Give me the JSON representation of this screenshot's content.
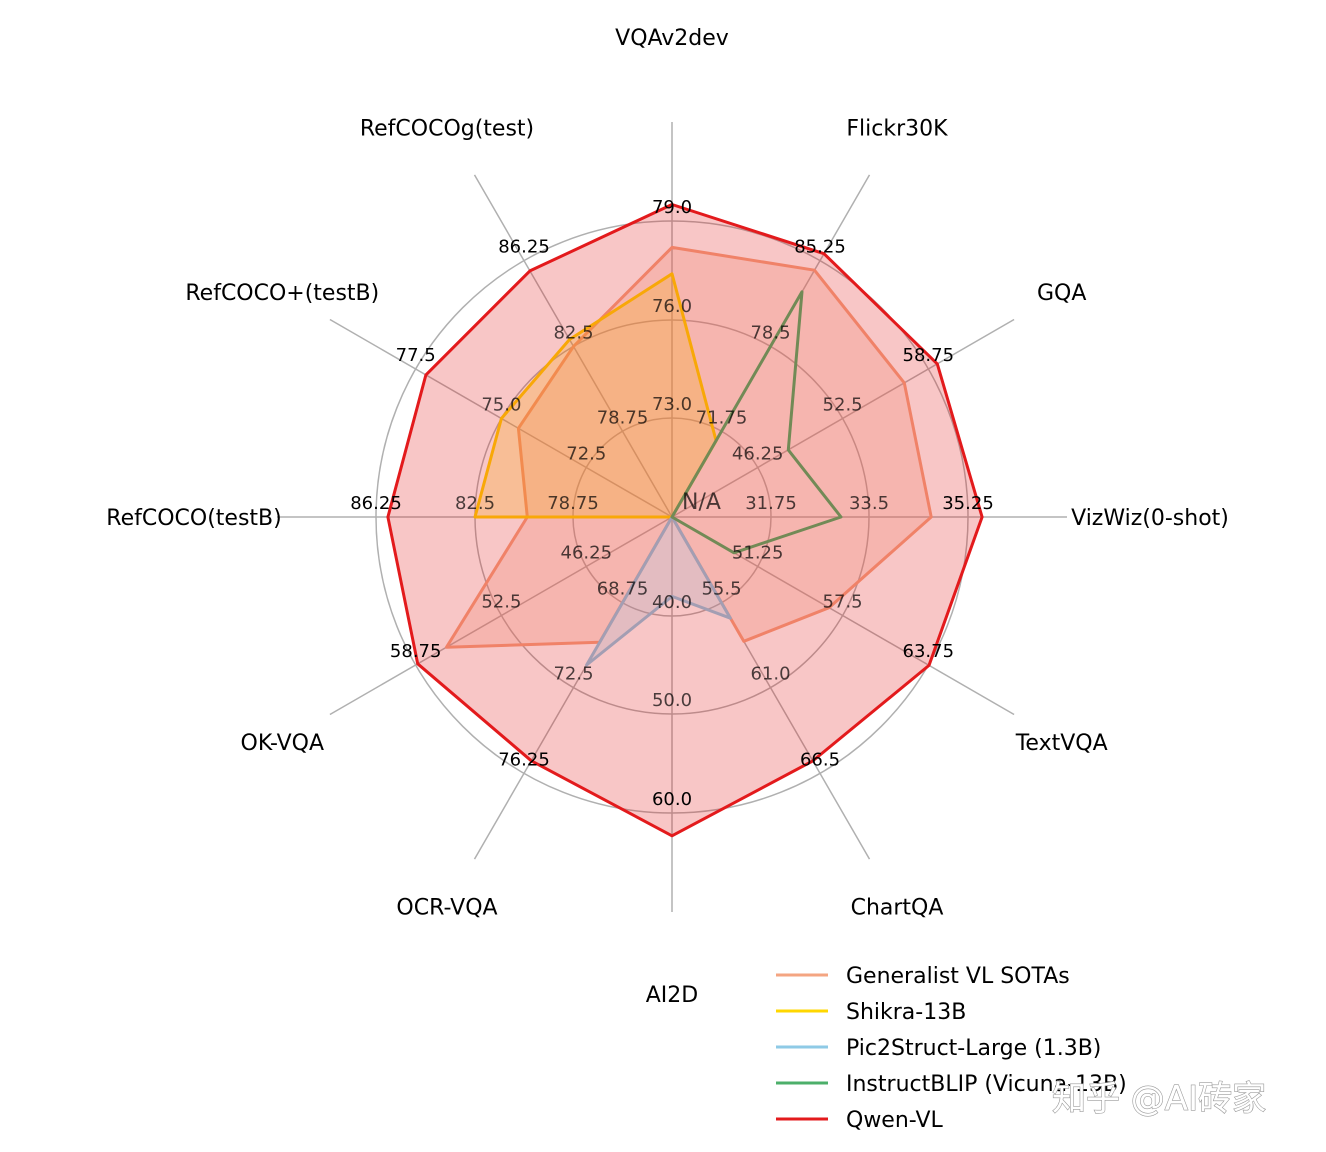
{
  "chart_data": {
    "type": "radar",
    "axes": [
      "VQAv2dev",
      "Flickr30K",
      "GQA",
      "VizWiz(0-shot)",
      "TextVQA",
      "ChartQA",
      "AI2D",
      "OCR-VQA",
      "OK-VQA",
      "RefCOCO(testB)",
      "RefCOCO+(testB)",
      "RefCOCOg(test)"
    ],
    "ring_ticks": [
      [
        "N/A",
        "73.0",
        "76.0",
        "79.0"
      ],
      [
        "N/A",
        "71.75",
        "78.5",
        "85.25"
      ],
      [
        "N/A",
        "46.25",
        "52.5",
        "58.75"
      ],
      [
        "N/A",
        "31.75",
        "33.5",
        "35.25"
      ],
      [
        "N/A",
        "51.25",
        "57.5",
        "63.75"
      ],
      [
        "N/A",
        "55.5",
        "61.0",
        "66.5"
      ],
      [
        "N/A",
        "40.0",
        "50.0",
        "60.0"
      ],
      [
        "N/A",
        "68.75",
        "72.5",
        "76.25"
      ],
      [
        "N/A",
        "46.25",
        "52.5",
        "58.75"
      ],
      [
        "N/A",
        "78.75",
        "82.5",
        "86.25"
      ],
      [
        "N/A",
        "72.5",
        "75.0",
        "77.5"
      ],
      [
        "N/A",
        "78.75",
        "82.5",
        "86.25"
      ]
    ],
    "center_label": "N/A",
    "series": [
      {
        "name": "Generalist VL SOTAs",
        "color": "#f4a582",
        "fill": true,
        "values": [
          78.2,
          84.5,
          57.0,
          34.6,
          56.5,
          58.0,
          null,
          70.5,
          56.5,
          80.5,
          74.5,
          82.5
        ]
      },
      {
        "name": "Shikra-13B",
        "color": "#ffd700",
        "fill": true,
        "values": [
          77.4,
          71.0,
          null,
          null,
          null,
          null,
          null,
          null,
          null,
          82.5,
          75.0,
          82.8
        ]
      },
      {
        "name": "Pic2Struct-Large (1.3B)",
        "color": "#8ecae6",
        "fill": true,
        "values": [
          null,
          null,
          null,
          null,
          null,
          56.5,
          38.0,
          71.5,
          null,
          null,
          null,
          null
        ]
      },
      {
        "name": "InstructBLIP (Vicuna-13B)",
        "color": "#4caf6a",
        "fill": false,
        "values": [
          null,
          82.8,
          48.5,
          33.0,
          49.5,
          null,
          null,
          null,
          null,
          null,
          null,
          null
        ]
      },
      {
        "name": "Qwen-VL",
        "color": "#e31a1c",
        "fill": true,
        "values": [
          79.5,
          85.8,
          59.4,
          35.5,
          63.8,
          65.7,
          62.3,
          75.7,
          58.6,
          85.8,
          77.2,
          85.8
        ]
      }
    ]
  },
  "watermark": "知乎 @AI砖家"
}
